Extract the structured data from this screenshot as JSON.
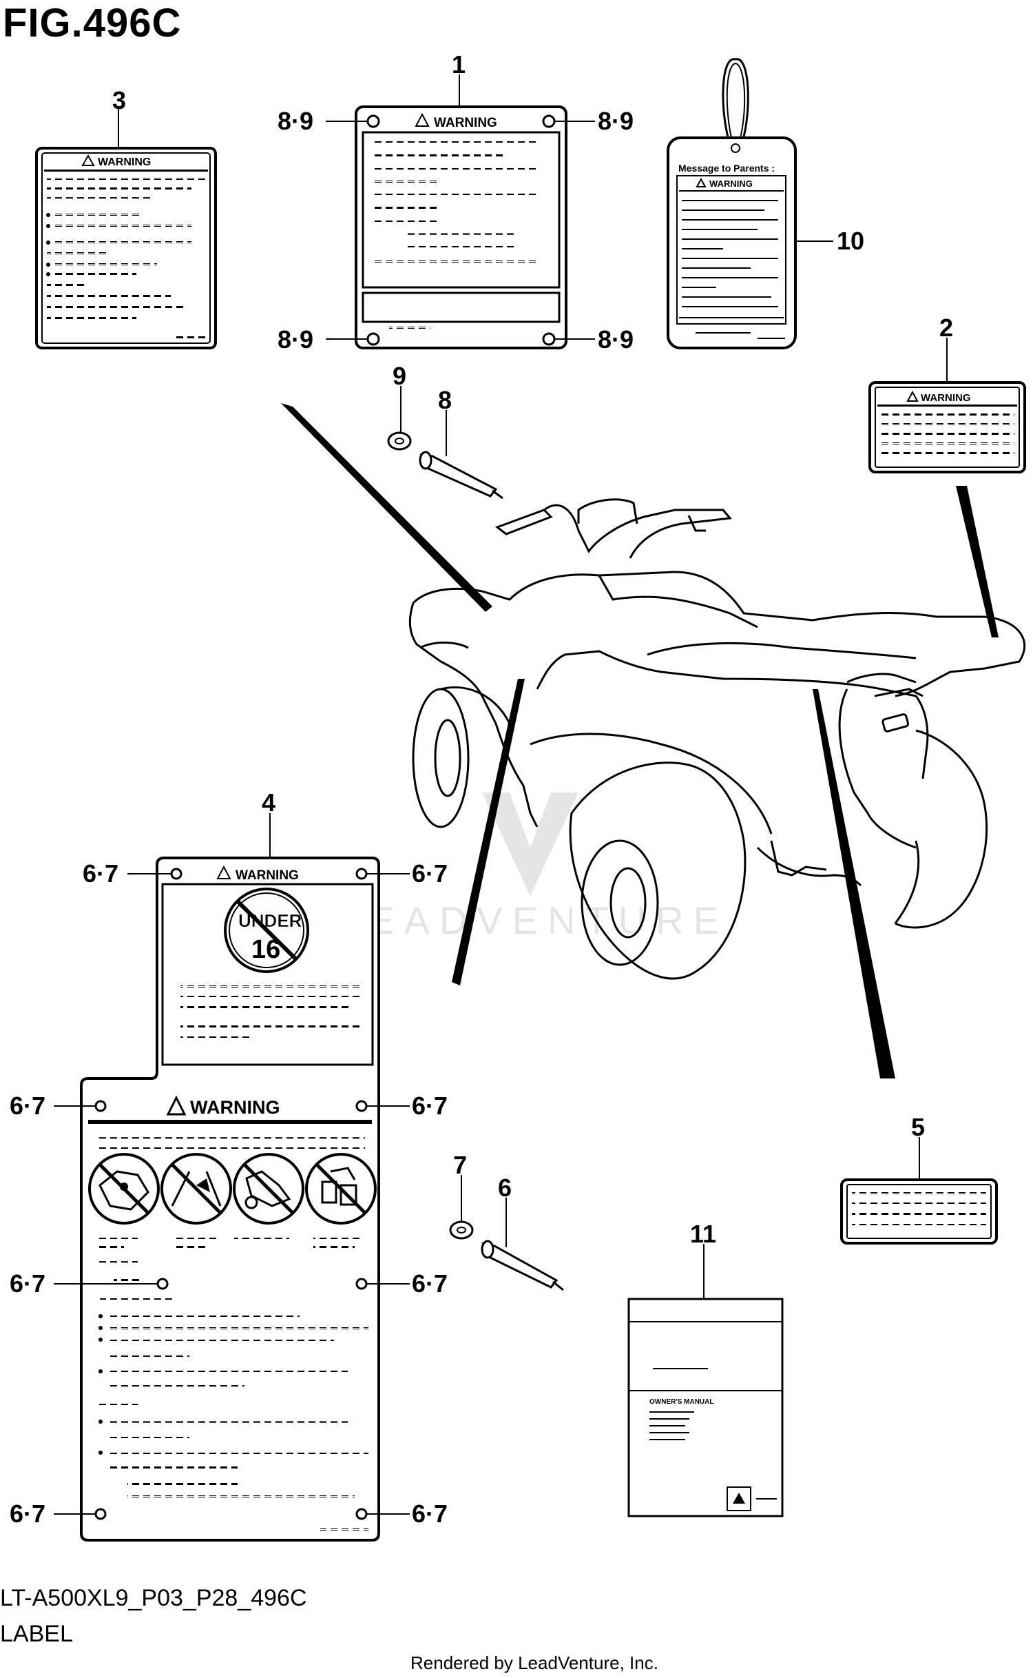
{
  "figure": {
    "title": "FIG.496C",
    "part_code": "LT-A500XL9_P03_P28_496C",
    "section": "LABEL",
    "rendered_by": "Rendered by LeadVenture, Inc.",
    "watermark": "LEADVENTURE"
  },
  "labels": {
    "warning": "WARNING",
    "message_to_parents": "Message to Parents :",
    "under": "UNDER",
    "age": "16",
    "owners_manual": "OWNER'S MANUAL"
  },
  "callouts": {
    "c1": "1",
    "c2": "2",
    "c3": "3",
    "c4": "4",
    "c5": "5",
    "c6": "6",
    "c7": "7",
    "c8": "8",
    "c9": "9",
    "c10": "10",
    "c11": "11",
    "rivet_89": "8·9",
    "rivet_67": "6·7"
  }
}
